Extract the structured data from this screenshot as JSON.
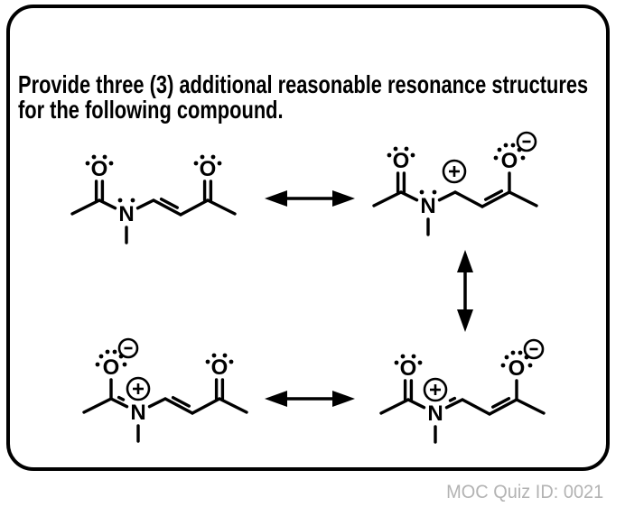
{
  "title": {
    "line1": "Provide three (3) additional reasonable resonance structures",
    "line2": "for the following compound."
  },
  "footer": {
    "quiz_id": "MOC Quiz ID: 0021"
  },
  "colors": {
    "ink": "#000000",
    "muted_text": "#b3b3b3",
    "background": "#ffffff"
  },
  "atom_labels": {
    "oxygen": "O",
    "nitrogen": "N"
  },
  "charge_symbols": {
    "plus": "+",
    "minus": "−"
  },
  "structures": [
    {
      "name": "parent-amide-enone",
      "position": "top-left",
      "skeleton": "CH3-C(=O)-N(CH3)-CH=CH-C(=O)-CH3",
      "bonds": {
        "c2_o1": 2,
        "c2_n": 1,
        "n_c3": 1,
        "c3_c4": 2,
        "c4_c5": 1,
        "c5_o2": 2
      },
      "atoms": {
        "o1": {
          "label": "O",
          "lone_pairs": 2,
          "charge": null
        },
        "o2": {
          "label": "O",
          "lone_pairs": 2,
          "charge": null
        },
        "n": {
          "label": "N",
          "lone_pair_dots": true,
          "charge": null
        },
        "c3": {
          "charge": null
        }
      }
    },
    {
      "name": "allyl-cation-enolate",
      "position": "top-right",
      "skeleton": "CH3-C(=O)-N(CH3)-CH(+)-CH=C(-O-)-CH3",
      "bonds": {
        "c2_o1": 2,
        "c2_n": 1,
        "n_c3": 1,
        "c3_c4": 1,
        "c4_c5": 2,
        "c5_o2": 1
      },
      "atoms": {
        "o1": {
          "label": "O",
          "lone_pairs": 2,
          "charge": null
        },
        "o2": {
          "label": "O",
          "lone_pairs": 3,
          "charge": "−"
        },
        "n": {
          "label": "N",
          "lone_pair_dots": true,
          "charge": null
        },
        "c3": {
          "charge": "+"
        }
      }
    },
    {
      "name": "iminium-oxyanion",
      "position": "bottom-left",
      "skeleton": "CH3-C(-O-)=N(+)(CH3)-CH=CH-C(=O)-CH3",
      "bonds": {
        "c2_o1": 1,
        "c2_n": 2,
        "n_c3": 1,
        "c3_c4": 2,
        "c4_c5": 1,
        "c5_o2": 2
      },
      "atoms": {
        "o1": {
          "label": "O",
          "lone_pairs": 3,
          "charge": "−"
        },
        "o2": {
          "label": "O",
          "lone_pairs": 2,
          "charge": null
        },
        "n": {
          "label": "N",
          "lone_pair_dots": false,
          "charge": "+"
        },
        "c3": {
          "charge": null
        }
      }
    },
    {
      "name": "iminium-enolate",
      "position": "bottom-right",
      "skeleton": "CH3-C(=O)-N(+)(CH3)=CH-CH=C(-O-)-CH3",
      "bonds": {
        "c2_o1": 2,
        "c2_n": 1,
        "n_c3": 2,
        "c3_c4": 1,
        "c4_c5": 2,
        "c5_o2": 1
      },
      "atoms": {
        "o1": {
          "label": "O",
          "lone_pairs": 2,
          "charge": null
        },
        "o2": {
          "label": "O",
          "lone_pairs": 3,
          "charge": "−"
        },
        "n": {
          "label": "N",
          "lone_pair_dots": false,
          "charge": "+"
        },
        "c3": {
          "charge": null
        }
      }
    }
  ],
  "arrows": [
    {
      "name": "resonance-arrow-top",
      "type": "double-headed-horizontal"
    },
    {
      "name": "resonance-arrow-right",
      "type": "double-headed-vertical"
    },
    {
      "name": "resonance-arrow-bottom",
      "type": "double-headed-horizontal"
    }
  ]
}
